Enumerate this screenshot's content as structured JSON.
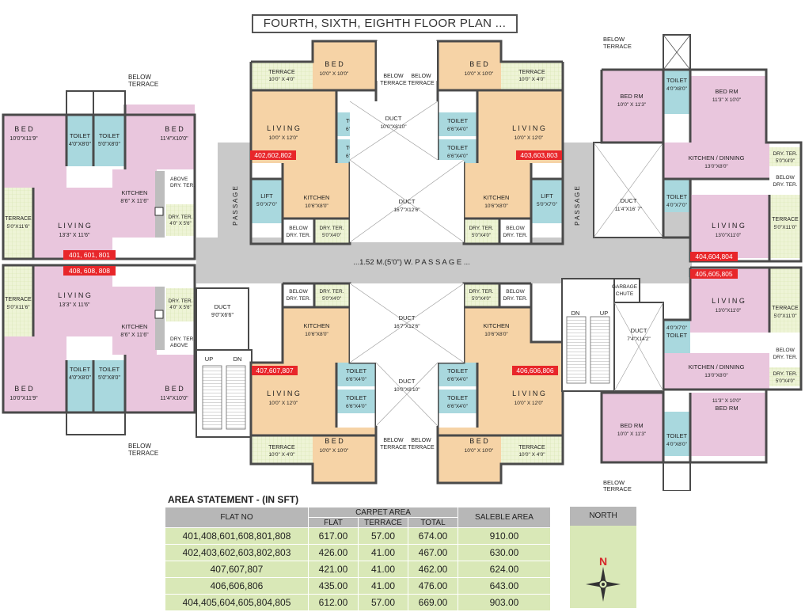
{
  "title": "FOURTH, SIXTH, EIGHTH FLOOR PLAN ...",
  "passage_main": "...1.52 M.(5'0\") W. P A S S A G E ...",
  "passage_vertical": "P A S S A G E",
  "labels": {
    "below_terrace": "BELOW TERRACE",
    "below": "BELOW",
    "terrace": "TERRACE",
    "bed": "B E D",
    "bed_rm": "BED RM",
    "toilet": "TOILET",
    "living": "L I V I N G",
    "kitchen": "KITCHEN",
    "kitchen_dinning": "KITCHEN / DINNING",
    "lift": "LIFT",
    "duct": "DUCT",
    "dry_ter": "DRY. TER.",
    "below_dry_ter": "BELOW DRY. TER.",
    "above_dry_ter": "ABOVE DRY. TER.",
    "garbage_chute": "GARBAGE CHUTE",
    "up": "UP",
    "dn": "DN"
  },
  "flat_tags": {
    "t401": "401, 601, 801",
    "t408": "408, 608, 808",
    "t402": "402,602,802",
    "t403": "403,603,803",
    "t407": "407,607,807",
    "t406": "406,606,806",
    "t404": "404,604,804",
    "t405": "405,605,805"
  },
  "dims": {
    "bed_l_top": "10'0\"X11'9\"",
    "toilet_l1": "4'0\"X8'0\"",
    "toilet_l2": "5'0\"X8'0\"",
    "bed_l2_top": "11'4\"X10'0\"",
    "kitchen_l": "8'6\" X 11'6\"",
    "terrace_l": "5'0\"X11'6\"",
    "living_l": "13'3\" X 11'6\"",
    "dry_ter_l": "4'0\" X 5'6\"",
    "terrace_c": "10'0\" X 4'0\"",
    "bed_c": "10'0\" X 10'0\"",
    "living_c": "10'0\" X 12'0\"",
    "toilet_c": "6'6\"X4'0\"",
    "kitchen_c": "10'6\"X8'0\"",
    "lift": "5'0\"X7'0\"",
    "dry_ter_c": "5'0\"X4'0\"",
    "duct_small": "10'0\"X8'10\"",
    "duct_large": "16'7\"X12'6\"",
    "duct_left": "9'0\"X6'6\"",
    "duct_right_top": "11'4\"X16' 7\"",
    "duct_right_bottom": "7'4\"X14'2\"",
    "bed_rm_r1": "10'0\" X 11'3\"",
    "bed_rm_r2": "11'3\" X 10'0\"",
    "toilet_r": "4'0\"X8'0\"",
    "kitchen_r": "13'0\"X8'0\"",
    "toilet_r2": "4'0\"X7'0\"",
    "living_r": "13'0\"X11'0\"",
    "terrace_r": "5'0\"X11'0\"",
    "dry_ter_r": "5'0\"X4'0\""
  },
  "area_statement": {
    "title": "AREA STATEMENT - (IN SFT)",
    "headers": {
      "flat_no": "FLAT NO",
      "carpet_area": "CARPET AREA",
      "flat": "FLAT",
      "terrace": "TERRACE",
      "total": "TOTAL",
      "saleble_area": "SALEBLE AREA",
      "north": "NORTH"
    },
    "rows": [
      {
        "flat_no": "401,408,601,608,801,808",
        "flat": "617.00",
        "terrace": "57.00",
        "total": "674.00",
        "saleble": "910.00"
      },
      {
        "flat_no": "402,403,602,603,802,803",
        "flat": "426.00",
        "terrace": "41.00",
        "total": "467.00",
        "saleble": "630.00"
      },
      {
        "flat_no": "407,607,807",
        "flat": "421.00",
        "terrace": "41.00",
        "total": "462.00",
        "saleble": "624.00"
      },
      {
        "flat_no": "406,606,806",
        "flat": "435.00",
        "terrace": "41.00",
        "total": "476.00",
        "saleble": "643.00"
      },
      {
        "flat_no": "404,405,604,605,804,805",
        "flat": "612.00",
        "terrace": "57.00",
        "total": "669.00",
        "saleble": "903.00"
      }
    ],
    "north_letter": "N"
  },
  "colors": {
    "pink": "#e9c6dd",
    "orange": "#f6d3a6",
    "toilet_blue": "#a9d8de",
    "terrace_green": "#eef4d6",
    "passage_grey": "#c9c9c9",
    "wall": "#4a4a4a",
    "tag_red": "#e8262a",
    "table_green": "#d9e8b7",
    "table_header": "#b7b7b7"
  }
}
